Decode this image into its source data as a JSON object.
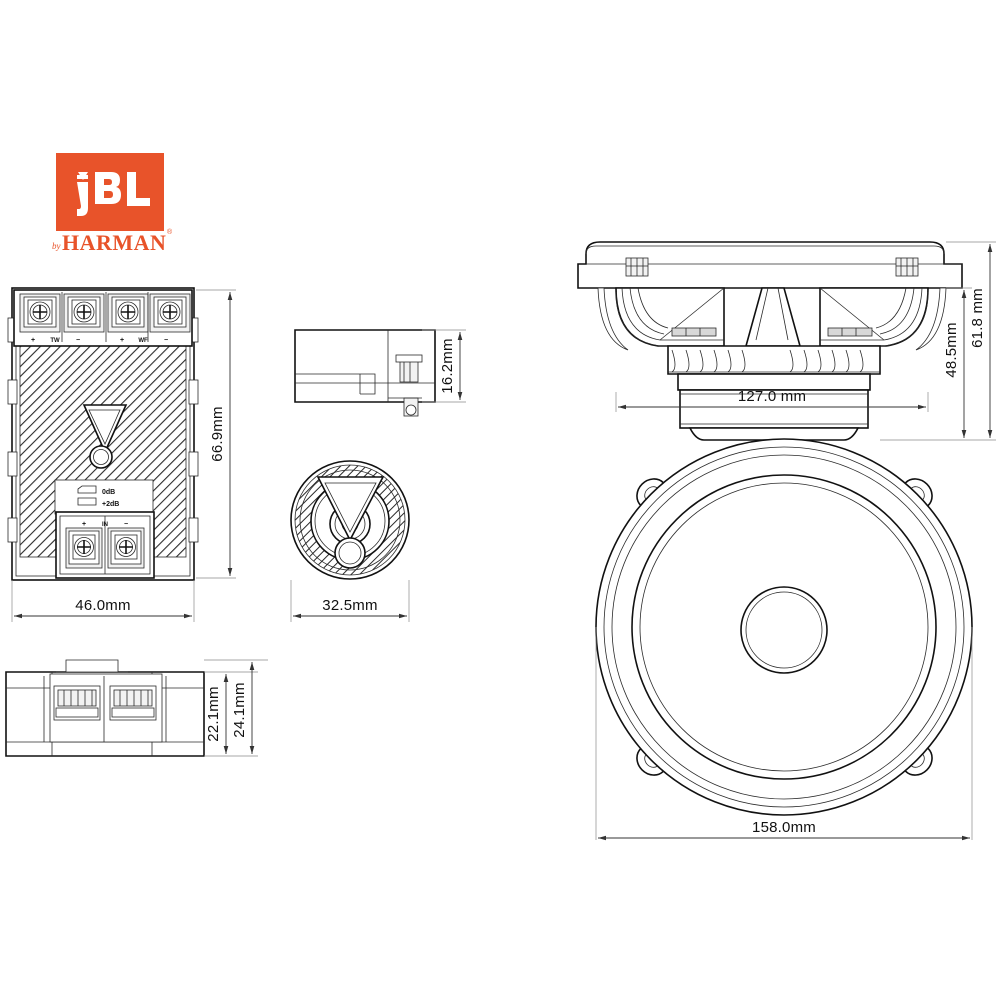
{
  "document": {
    "title": "JBL component speaker dimensional drawing",
    "background_color": "#ffffff",
    "line_color": "#1a1a1a"
  },
  "brand": {
    "name": "JBL",
    "box_color": "#e8532a",
    "letter_color": "#ffffff",
    "tagline_prefix": "by",
    "tagline": "HARMAN",
    "registered_mark": "®"
  },
  "views": {
    "crossover_front": {
      "name": "Crossover front view",
      "labels": {
        "level_0db": "0dB",
        "level_plus2db": "+2dB",
        "terminal_plus": "+",
        "terminal_minus": "−",
        "terminal_tw": "TW",
        "terminal_wf": "WF",
        "terminal_in": "IN"
      },
      "dimensions": {
        "height": "66.9mm",
        "width": "46.0mm"
      }
    },
    "crossover_side": {
      "name": "Crossover side view",
      "dimensions": {
        "height": "16.2mm"
      }
    },
    "crossover_bottom": {
      "name": "Crossover bottom view",
      "dimensions": {
        "inner_height": "22.1mm",
        "outer_height": "24.1mm"
      }
    },
    "tweeter_front": {
      "name": "Tweeter front view",
      "dimensions": {
        "diameter": "32.5mm"
      }
    },
    "woofer_section": {
      "name": "Woofer cross-section side view",
      "dimensions": {
        "width": "127.0 mm",
        "mount_depth": "48.5mm",
        "total_depth": "61.8 mm"
      }
    },
    "woofer_front": {
      "name": "Woofer front view",
      "dimensions": {
        "diameter": "158.0mm"
      },
      "mounting_tabs": 4
    }
  }
}
